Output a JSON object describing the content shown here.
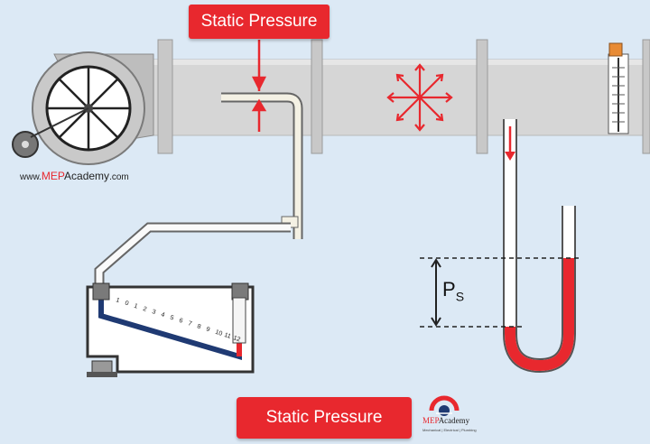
{
  "title": "Static Pressure",
  "bottom_label": "Static Pressure",
  "website": {
    "prefix": "www.",
    "brand_red": "MEP",
    "brand_dark": "Academy",
    "suffix": ".com"
  },
  "logo": {
    "brand_red": "MEP",
    "brand_dark": "Academy",
    "tagline": "Mechanical | Electrical | Plumbing"
  },
  "ps_label": {
    "main": "P",
    "sub": "S"
  },
  "gauge_scale": [
    "1",
    "0",
    "1",
    "2",
    "3",
    "4",
    "5",
    "6",
    "7",
    "8",
    "9",
    "10",
    "11",
    "12"
  ],
  "colors": {
    "accent": "#e8282e",
    "duct": "#d4d4d4",
    "background": "#dce9f5",
    "fluid": "#e8282e"
  }
}
